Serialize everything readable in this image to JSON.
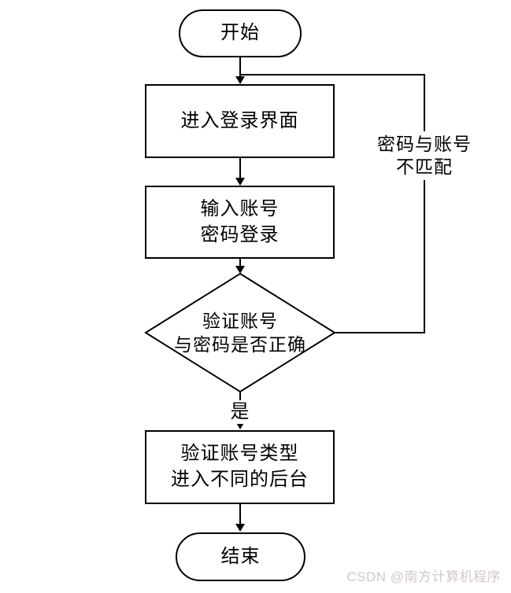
{
  "page": {
    "background_color": "#ffffff",
    "stroke_color": "#000000",
    "text_color": "#000000"
  },
  "flowchart": {
    "nodes": {
      "start": {
        "shape": "terminator",
        "label": "开始"
      },
      "enter_login": {
        "shape": "process",
        "label": "进入登录界面"
      },
      "input_credentials": {
        "shape": "process",
        "lines": [
          "输入账号",
          "密码登录"
        ]
      },
      "verify_credentials": {
        "shape": "decision",
        "lines": [
          "验证账号",
          "与密码是否正确"
        ]
      },
      "route_by_account_type": {
        "shape": "process",
        "lines": [
          "验证账号类型",
          "进入不同的后台"
        ]
      },
      "end": {
        "shape": "terminator",
        "label": "结束"
      }
    },
    "edge_labels": {
      "yes": "是",
      "no_match": [
        "密码与账号",
        "不匹配"
      ]
    }
  },
  "watermark": {
    "text": "CSDN @南方计算机程序",
    "color": "#d2c8c5"
  }
}
